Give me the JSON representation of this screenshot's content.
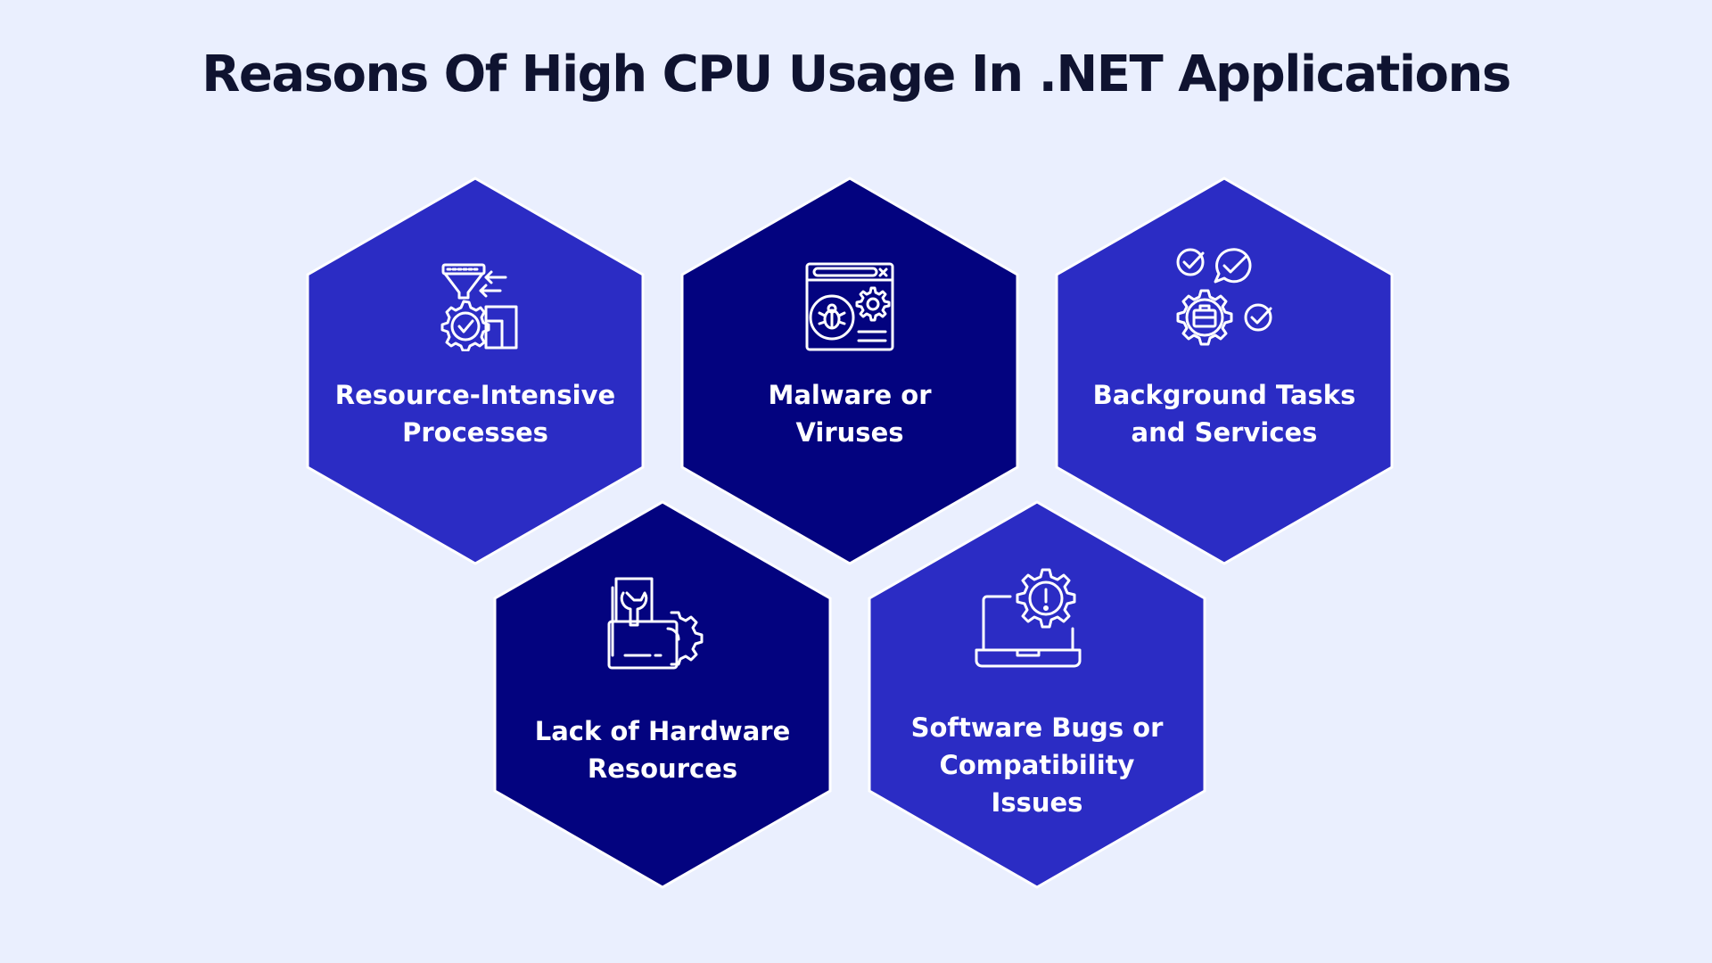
{
  "title": "Reasons Of High CPU Usage In .NET Applications",
  "colors": {
    "background": "#eaeffe",
    "hex_light": "#2b2cc4",
    "hex_dark": "#03037f",
    "hex_outline": "#ffffff",
    "text": "#ffffff",
    "title": "#0f1330"
  },
  "items": [
    {
      "line1": "Resource-Intensive",
      "line2": "Processes",
      "icon": "funnel-gear-check-icon",
      "fill": "#2b2cc4"
    },
    {
      "line1": "Malware or",
      "line2": "Viruses",
      "icon": "browser-bug-gear-icon",
      "fill": "#03037f"
    },
    {
      "line1": "Background Tasks",
      "line2": "and Services",
      "icon": "gear-briefcase-checks-icon",
      "fill": "#2b2cc4"
    },
    {
      "line1": "Lack of Hardware",
      "line2": "Resources",
      "icon": "wrench-folder-gear-icon",
      "fill": "#03037f"
    },
    {
      "line1": "Software Bugs or",
      "line2": "Compatibility Issues",
      "icon": "laptop-gear-warning-icon",
      "fill": "#2b2cc4"
    }
  ]
}
